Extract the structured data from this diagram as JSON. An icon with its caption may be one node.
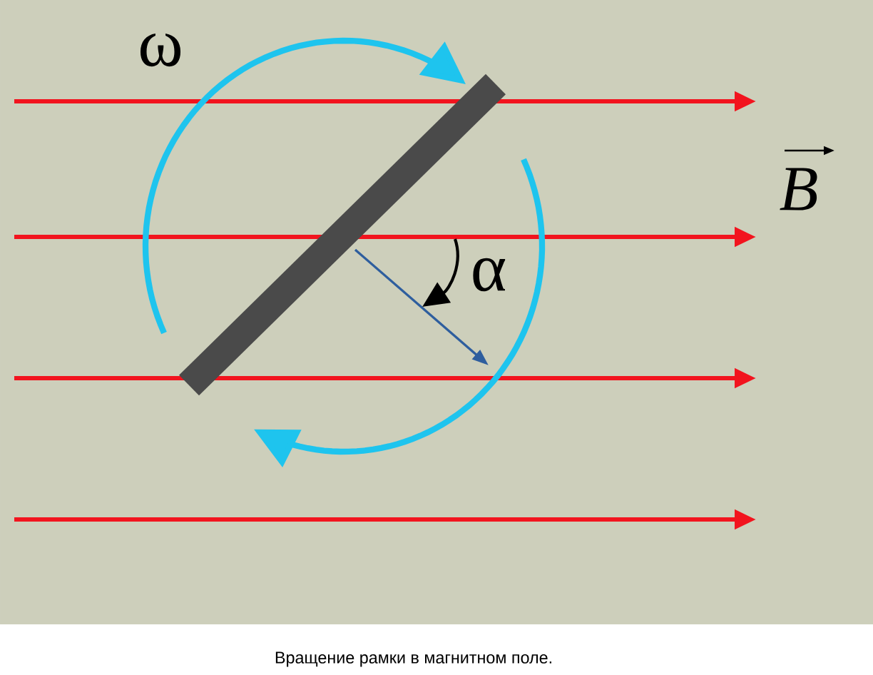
{
  "diagram": {
    "caption": "Вращение рамки в магнитном поле.",
    "labels": [
      "ω",
      "B",
      "α"
    ]
  }
}
